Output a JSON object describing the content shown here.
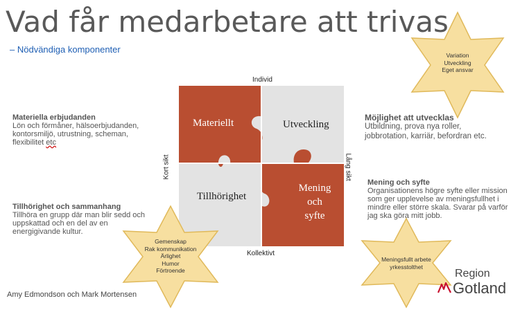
{
  "title": "Vad får medarbetare att trivas",
  "subtitle": "– Nödvändiga komponenter",
  "axes": {
    "top": "Individ",
    "bottom": "Kollektivt",
    "left": "Kort sikt",
    "right": "Lång sikt"
  },
  "puzzle": {
    "top_left": "Materiellt",
    "top_right": "Utveckling",
    "bottom_left": "Tillhörighet",
    "bottom_right_1": "Mening",
    "bottom_right_2": "och",
    "bottom_right_3": "syfte"
  },
  "blocks": {
    "materiella": {
      "title": "Materiella erbjudanden",
      "line1": "Lön och förmåner, hälsoerbjudanden,",
      "line2": "kontorsmiljö, utrustning, scheman,",
      "line3a": "flexibilitet ",
      "line3b": "etc"
    },
    "tillhorighet": {
      "title": "Tillhörighet och sammanhang",
      "line1": "Tillhöra en grupp där man blir sedd och",
      "line2": "uppskattad och en del av en",
      "line3": "energigivande kultur."
    },
    "mojlighet": {
      "title": "Möjlighet att utvecklas",
      "line1": "Utbildning, prova nya roller,",
      "line2": "jobbrotation, karriär, befordran etc."
    },
    "mening": {
      "title": "Mening och syfte",
      "line1": "Organisationens högre syfte eller mission",
      "line2": "som ger upplevelse av meningsfullhet i",
      "line3": "mindre eller större skala. Svarar på varför",
      "line4": "jag ska göra mitt jobb."
    }
  },
  "stars": {
    "top_right": [
      "Variation",
      "Utveckling",
      "Eget ansvar"
    ],
    "bottom_left": [
      "Gemenskap",
      "Rak kommunikation",
      "Ärlighet",
      "Humor",
      "Förtroende"
    ],
    "bottom_right": [
      "Meningsfullt arbete",
      "yrkesstolthet"
    ]
  },
  "footer": "Amy Edmondson och Mark Mortensen",
  "logo": {
    "line1": "Region",
    "line2": "Gotland"
  },
  "colors": {
    "puzzle_orange": "#b94e31",
    "puzzle_grey": "#e3e3e3",
    "star_fill": "#f7dfa0",
    "star_stroke": "#e0b95a",
    "title": "#595959",
    "subtitle": "#1f5fb4"
  }
}
